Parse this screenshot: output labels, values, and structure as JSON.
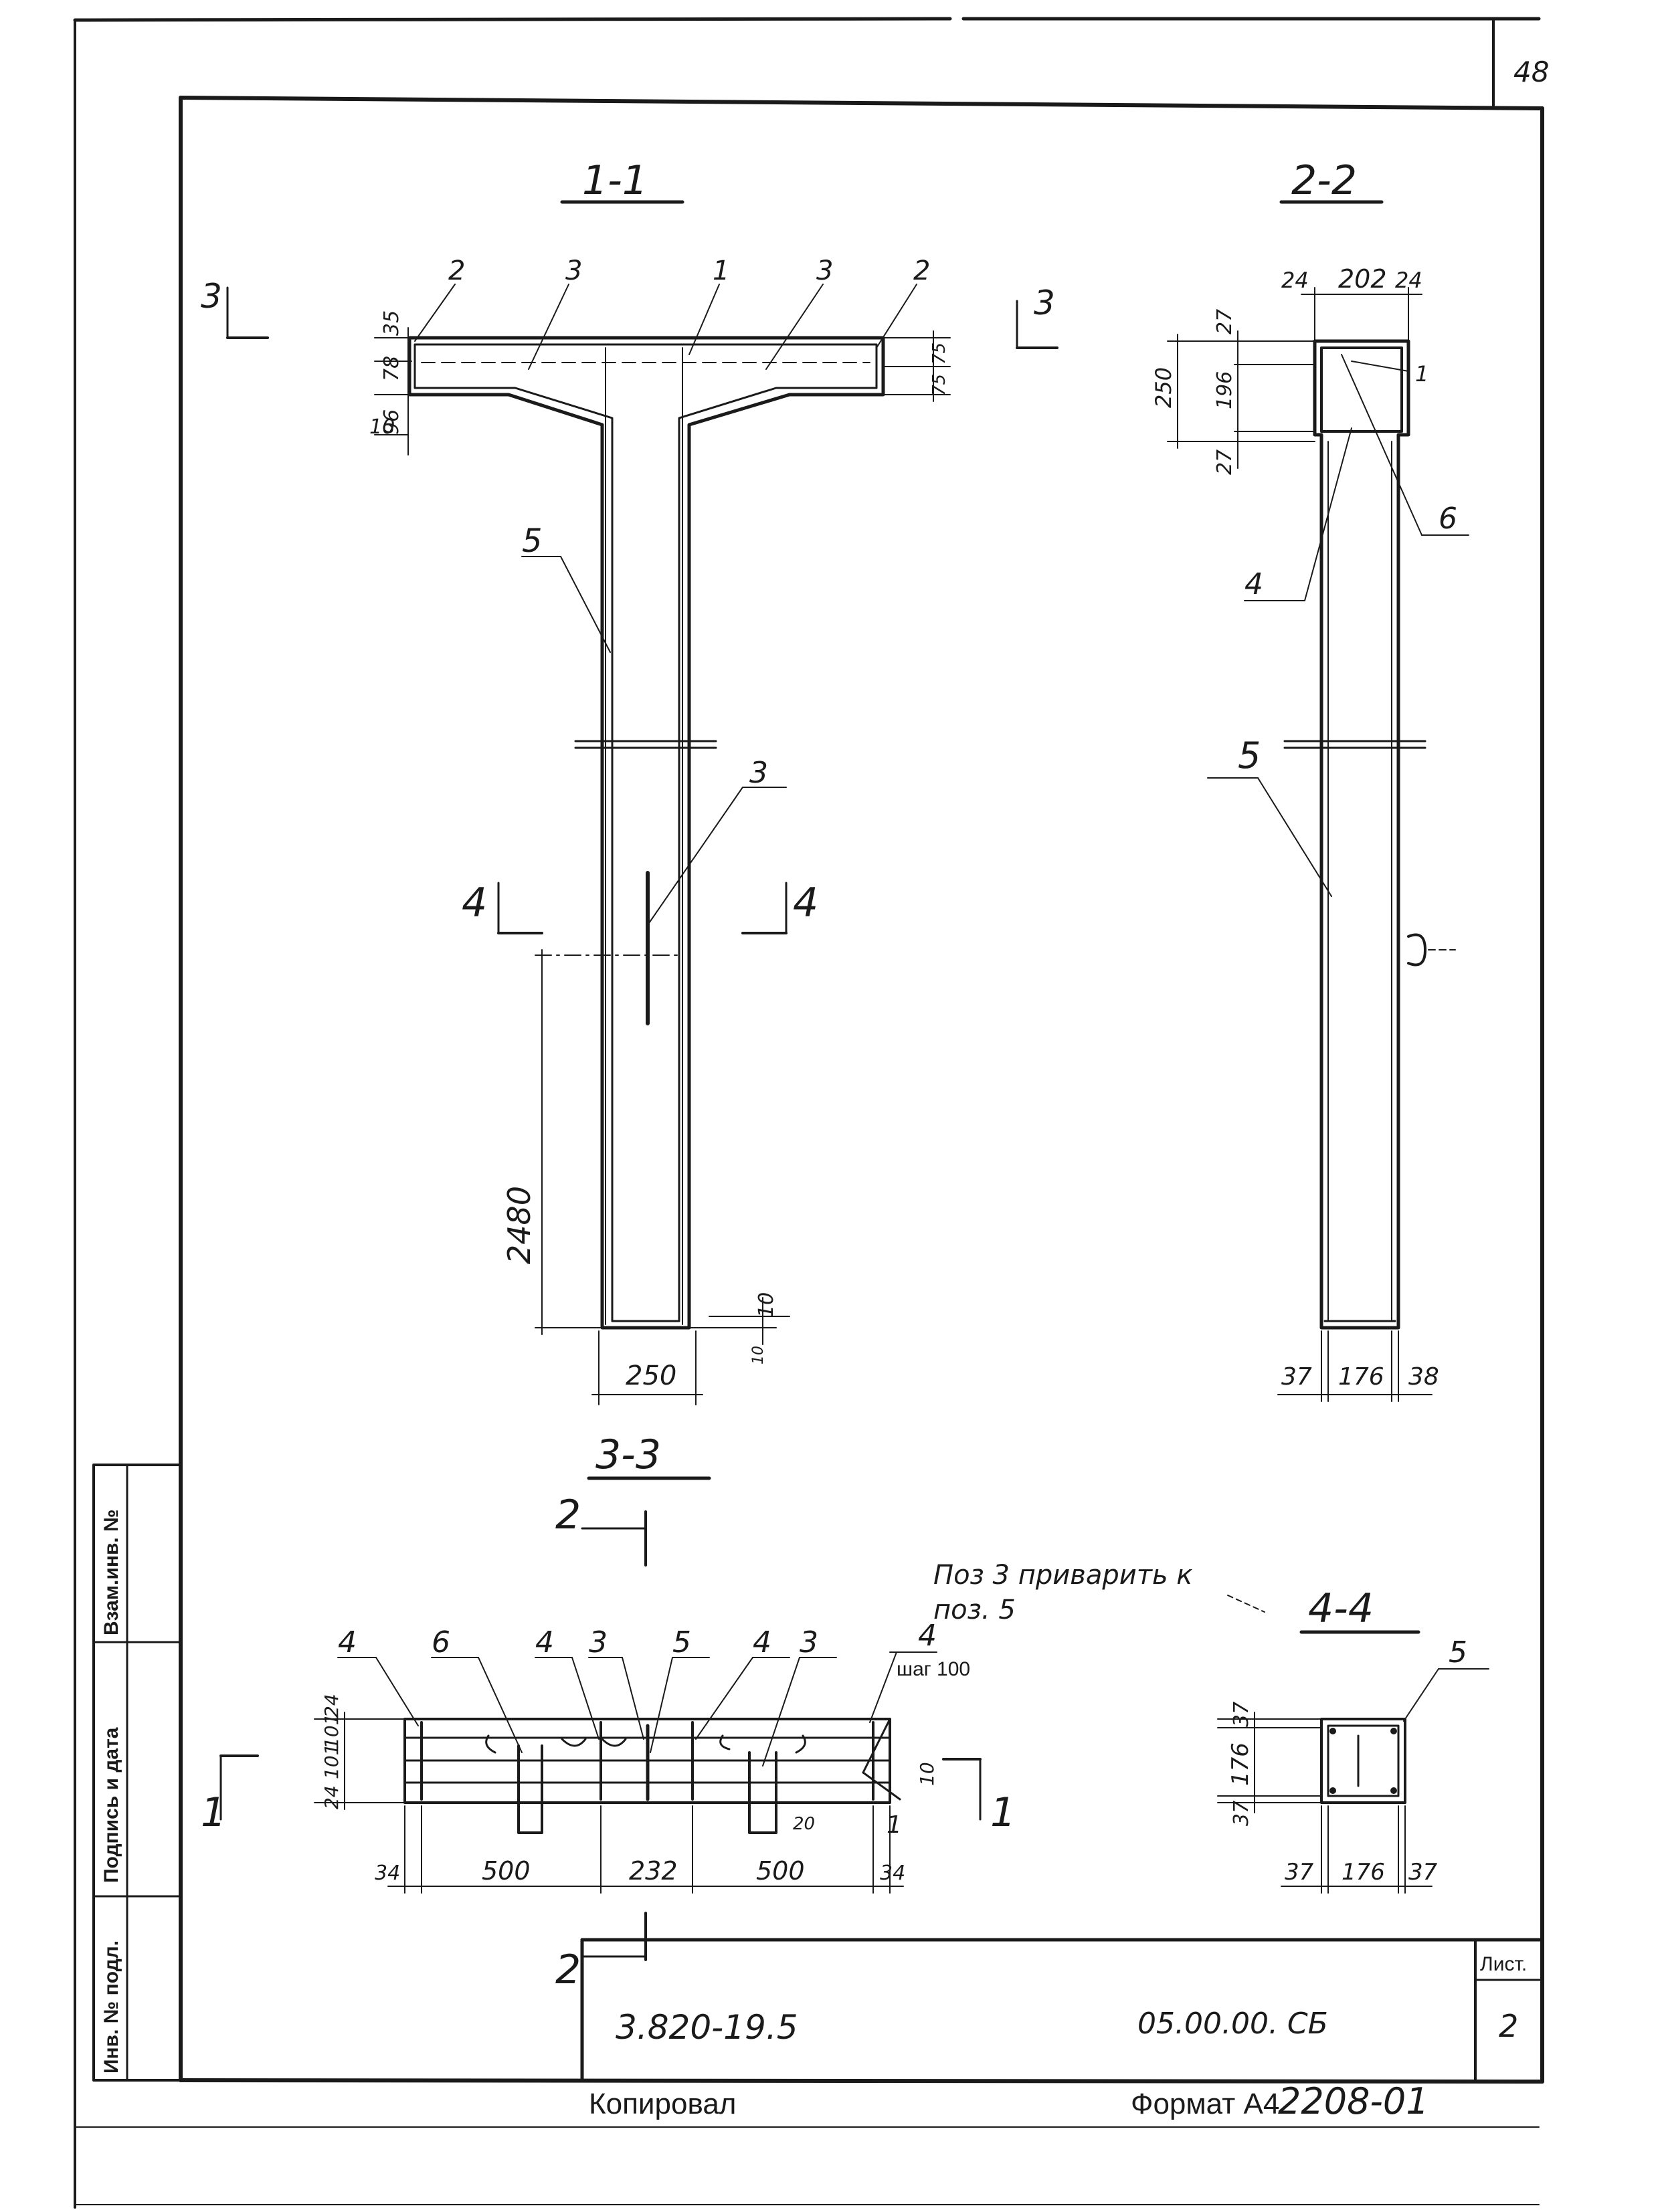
{
  "sheet_number_top": "48",
  "sections": {
    "s11": "1-1",
    "s22": "2-2",
    "s33": "3-3",
    "s44": "4-4"
  },
  "cut_marks": {
    "m3": "3",
    "m4": "4",
    "m2": "2",
    "m1": "1"
  },
  "pos": {
    "p1": "1",
    "p2": "2",
    "p3": "3",
    "p4": "4",
    "p5": "5",
    "p6": "6"
  },
  "dims_11": [
    "35",
    "78",
    "96",
    "75",
    "75",
    "10",
    "2480",
    "10",
    "10",
    "250"
  ],
  "dims_22": [
    "24",
    "202",
    "24",
    "27",
    "196",
    "250",
    "27",
    "37",
    "176",
    "38"
  ],
  "dims_33": [
    "24",
    "101",
    "101",
    "24",
    "34",
    "500",
    "232",
    "500",
    "34",
    "10",
    "20"
  ],
  "dims_44": [
    "37",
    "176",
    "37",
    "37",
    "176",
    "37"
  ],
  "step_note": "шаг 100",
  "weld_note_line1": "Поз 3 приварить к",
  "weld_note_line2": "поз. 5",
  "side_stamp": {
    "c1": "Инв. № подл.",
    "c2": "Подпись и дата",
    "c3": "Взам.инв. №"
  },
  "title_block": {
    "doc_code": "3.820-19.5",
    "drawing_code": "05.00.00. СБ",
    "sheet_label": "Лист.",
    "sheet_num": "2"
  },
  "footer": {
    "copied": "Копировал",
    "format": "Формат А4",
    "stamp": "2208-01"
  }
}
